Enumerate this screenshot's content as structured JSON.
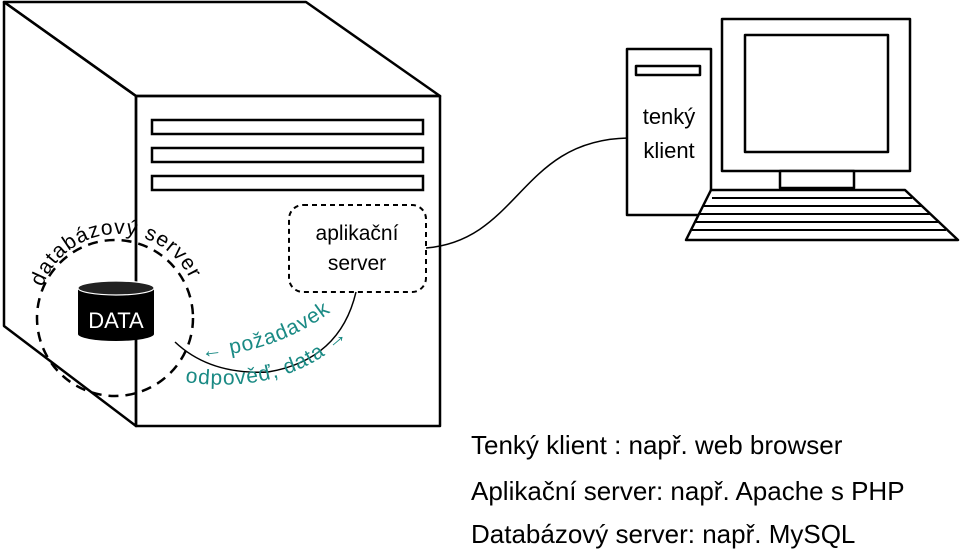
{
  "diagram": {
    "server_labels": {
      "app_server_line1": "aplikační",
      "app_server_line2": "server",
      "db_server": "databázový server",
      "data_cylinder": "DATA",
      "request": "← požadavek",
      "response": "odpověď, data →"
    },
    "client_label_line1": "tenký",
    "client_label_line2": "klient",
    "colors": {
      "stroke": "#000000",
      "arrow_text": "#1a8a84",
      "cylinder_fill": "#000000",
      "cylinder_text": "#ffffff"
    }
  },
  "legend": {
    "line1": "Tenký klient : např. web browser",
    "line2": "Aplikační server: např. Apache s PHP",
    "line3": "Databázový server: např. MySQL"
  }
}
